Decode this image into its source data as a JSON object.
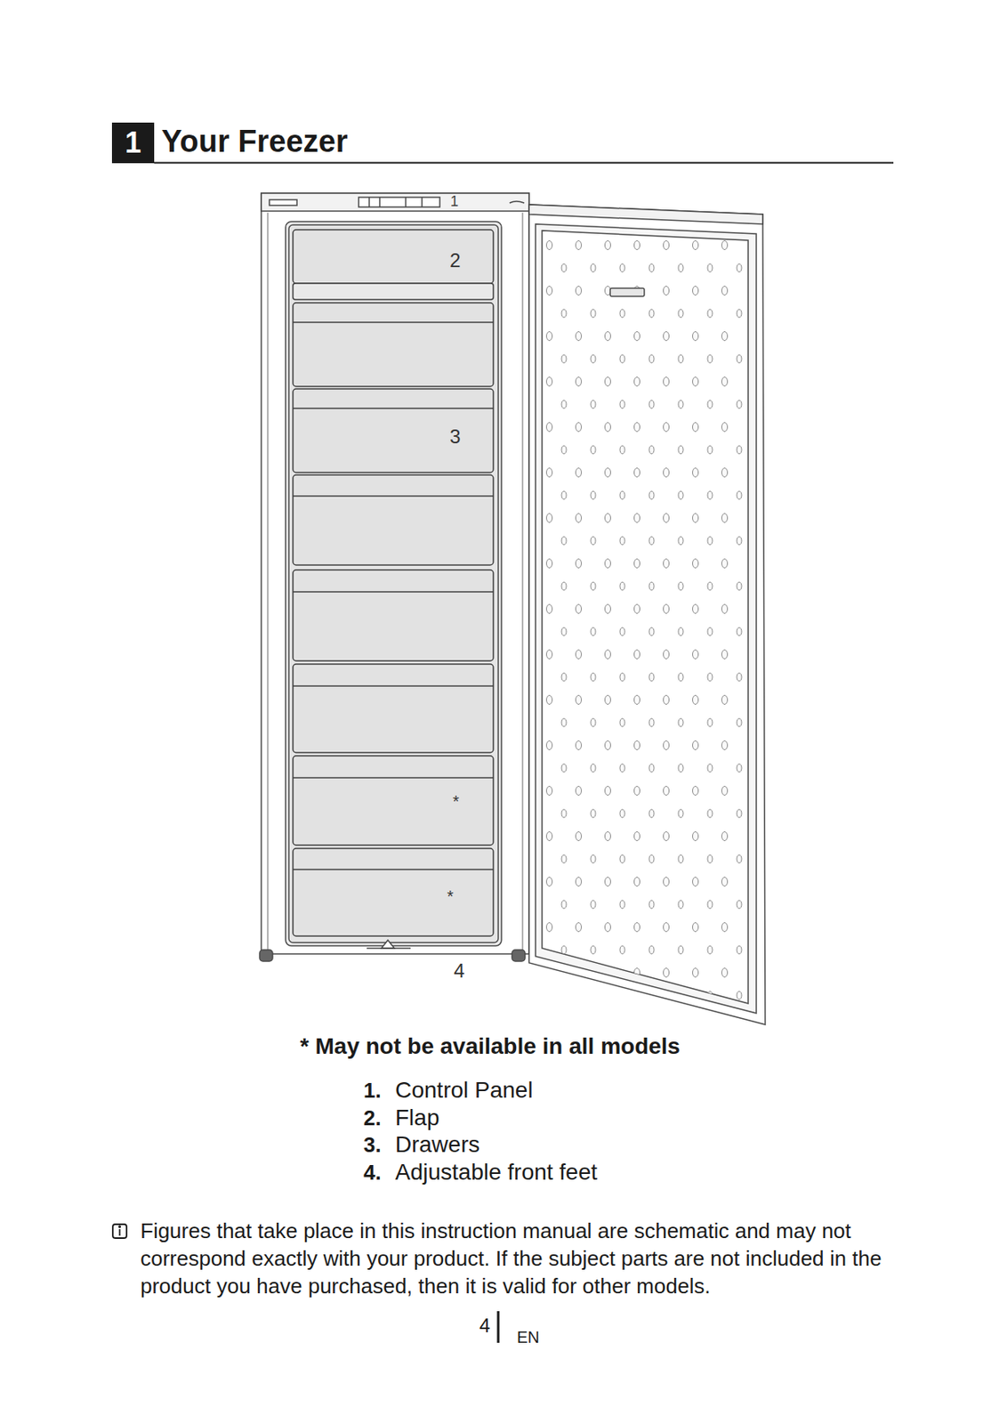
{
  "diagram": {
    "title": "Your Freezer",
    "labels": [
      "1",
      "1",
      "2",
      "3",
      "*",
      "*",
      "4",
      "* May not be available in all models",
      "1.",
      "Control Panel",
      "2.",
      "Flap",
      "3.",
      "Drawers",
      "4.",
      "Adjustable front feet",
      "Figures that take place in this instruction manual are schematic and may not correspond exactly with your product. If the subject parts are not included in the product you have purchased, then it is valid for other models.",
      "4",
      "EN"
    ]
  }
}
